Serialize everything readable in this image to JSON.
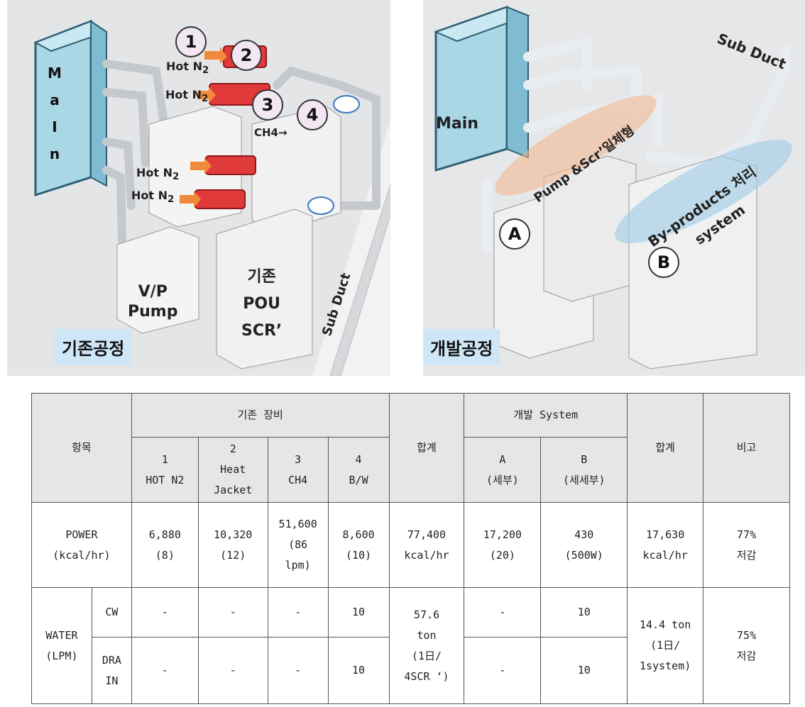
{
  "figures": {
    "existing": {
      "main_label": "MaIn",
      "hot_n2": [
        "Hot N",
        "Hot N",
        "Hot N",
        "Hot N"
      ],
      "hot_n2_sub": "2",
      "circles": [
        "1",
        "2",
        "3",
        "4"
      ],
      "ch4": "CH4→",
      "vp_pump": [
        "V/P",
        "Pump"
      ],
      "pou_scr": [
        "기존",
        "POU",
        "SCR’"
      ],
      "sub_duct": "Sub Duct",
      "caption": "기존공정"
    },
    "developed": {
      "main_label": "Main",
      "sub_duct": "Sub Duct",
      "pump_scr": "Pump &Scr’일체형",
      "byproducts": "By-products 처리",
      "system": "system",
      "circle_a": "A",
      "circle_b": "B",
      "caption": "개발공정"
    }
  },
  "table": {
    "item_header": "항목",
    "existing_group": "기존 장비",
    "sum": "합계",
    "dev_group": "개발 System",
    "note": "비고",
    "existing_cols": [
      [
        "1",
        "HOT N2"
      ],
      [
        "2",
        "Heat",
        "Jacket"
      ],
      [
        "3",
        "CH4"
      ],
      [
        "4",
        "B/W"
      ]
    ],
    "dev_cols": [
      [
        "A",
        "(세부)"
      ],
      [
        "B",
        "(세세부)"
      ]
    ],
    "power": {
      "label": [
        "POWER",
        "(kcal/hr)"
      ],
      "existing": [
        [
          "6,880",
          "(8)"
        ],
        [
          "10,320",
          "(12)"
        ],
        [
          "51,600",
          "(86",
          "lpm)"
        ],
        [
          "8,600",
          "(10)"
        ]
      ],
      "existing_sum": [
        "77,400",
        "kcal/hr"
      ],
      "dev": [
        [
          "17,200",
          "(20)"
        ],
        [
          "430",
          "(500W)"
        ]
      ],
      "dev_sum": [
        "17,630",
        "kcal/hr"
      ],
      "note": [
        "77%",
        "저감"
      ]
    },
    "water": {
      "label": [
        "WATER",
        "(LPM)"
      ],
      "cw": {
        "label": "CW",
        "existing": [
          "-",
          "-",
          "-",
          "10"
        ],
        "dev": [
          "-",
          "10"
        ]
      },
      "drain": {
        "label": [
          "DRA",
          "IN"
        ],
        "existing": [
          "-",
          "-",
          "-",
          "10"
        ],
        "dev": [
          "-",
          "10"
        ]
      },
      "existing_sum": [
        "57.6",
        "ton",
        "(1日/",
        "4SCR ‘)"
      ],
      "dev_sum": [
        "14.4 ton",
        "(1日/",
        "1system)"
      ],
      "note": [
        "75%",
        "저감"
      ]
    }
  }
}
